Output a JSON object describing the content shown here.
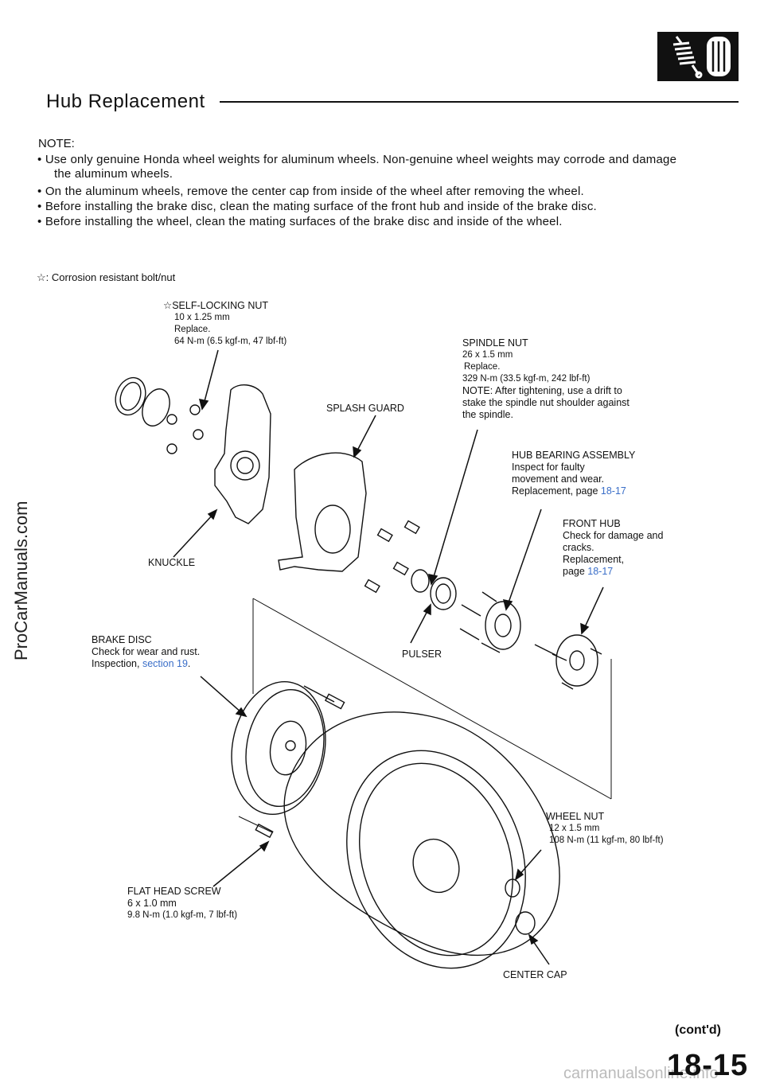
{
  "title": "Hub Replacement",
  "notes": {
    "heading": "NOTE:",
    "items": [
      "• Use only genuine Honda wheel weights for aluminum wheels. Non-genuine wheel weights may corrode and damage",
      "the aluminum wheels.",
      "• On the aluminum wheels, remove the center cap from inside of the wheel after removing the wheel.",
      "• Before installing the brake disc, clean the mating surface of the front hub and inside of the brake disc.",
      "• Before installing the wheel, clean the mating surfaces of the brake disc and inside of the wheel."
    ]
  },
  "legend": "☆: Corrosion resistant bolt/nut",
  "labels": {
    "self_locking_nut": [
      "☆SELF-LOCKING NUT",
      "10 x 1.25 mm",
      "Replace.",
      "64 N-m (6.5 kgf-m, 47 lbf-ft)"
    ],
    "spindle_nut": [
      "SPINDLE NUT",
      "26 x 1.5 mm",
      "Replace.",
      "329 N-m (33.5 kgf-m, 242 lbf-ft)",
      "NOTE: After tightening, use a drift to",
      "stake the spindle nut shoulder against",
      "the spindle."
    ],
    "splash_guard": "SPLASH GUARD",
    "hub_bearing": [
      "HUB BEARING ASSEMBLY",
      "Inspect for faulty",
      "movement and wear.",
      "Replacement, page "
    ],
    "hub_bearing_ref": "18-17",
    "front_hub": [
      "FRONT HUB",
      "Check for damage and",
      "cracks.",
      "Replacement,",
      "page "
    ],
    "front_hub_ref": "18-17",
    "knuckle": "KNUCKLE",
    "brake_disc": [
      "BRAKE DISC",
      "Check for wear and rust.",
      "Inspection, "
    ],
    "brake_disc_ref": "section 19",
    "pulser": "PULSER",
    "wheel_nut": [
      "WHEEL NUT",
      "12 x 1.5 mm",
      "108 N-m (11 kgf-m, 80 lbf-ft)"
    ],
    "flat_head_screw": [
      "FLAT HEAD SCREW",
      "6 x 1.0 mm",
      "9.8 N-m (1.0 kgf-m, 7 lbf-ft)"
    ],
    "center_cap": "CENTER CAP"
  },
  "side_text": "ProCarManuals.com",
  "footer": {
    "contd": "(cont'd)",
    "page": "18-15",
    "watermark": "carmanualsonline.info"
  }
}
